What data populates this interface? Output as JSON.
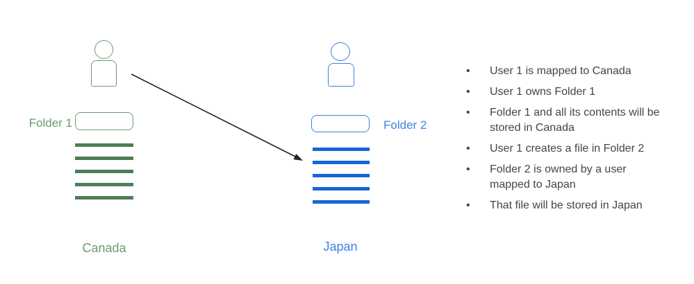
{
  "colors": {
    "background": "#ffffff",
    "canada_line": "#4e7e54",
    "canada_outline": "#6a9a71",
    "canada_label": "#689b6f",
    "japan_line": "#1566d9",
    "japan_outline": "#3c80e0",
    "japan_label": "#3f81e4",
    "arrow": "#23232b",
    "note_text": "#43444c"
  },
  "canada": {
    "folder_label": "Folder 1",
    "region_label": "Canada",
    "file_line_count": 5
  },
  "japan": {
    "folder_label": "Folder 2",
    "region_label": "Japan",
    "file_line_count": 5
  },
  "icons": {
    "user_1": "user-icon",
    "user_2": "user-icon",
    "folder_1": "rounded-rect-folder-icon",
    "folder_2": "rounded-rect-folder-icon",
    "file_contents": "stacked-lines-file-icon",
    "arrow": "diagonal-arrow-icon"
  },
  "notes": {
    "items": [
      [
        "User 1 is mapped to Canada"
      ],
      [
        "User 1 owns Folder 1"
      ],
      [
        "Folder 1 and all its contents will be",
        "stored in Canada"
      ],
      [
        "User 1 creates a file in Folder 2"
      ],
      [
        "Folder 2 is owned by a user",
        "mapped to Japan"
      ],
      [
        "That file will be stored in Japan"
      ]
    ]
  }
}
